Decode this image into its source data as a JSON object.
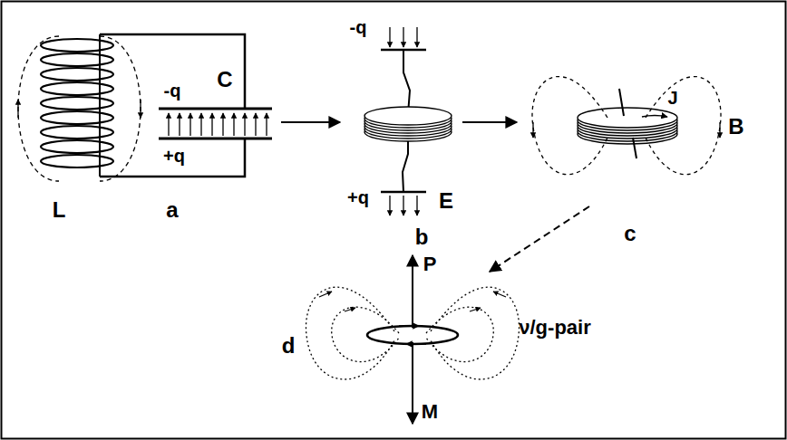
{
  "diagram": {
    "labels": [
      "-q",
      "C",
      "+q",
      "L",
      "a",
      "-q",
      "+q",
      "E",
      "b",
      "J",
      "B",
      "c",
      "P",
      "d",
      "ν/g-pair",
      "M"
    ]
  }
}
